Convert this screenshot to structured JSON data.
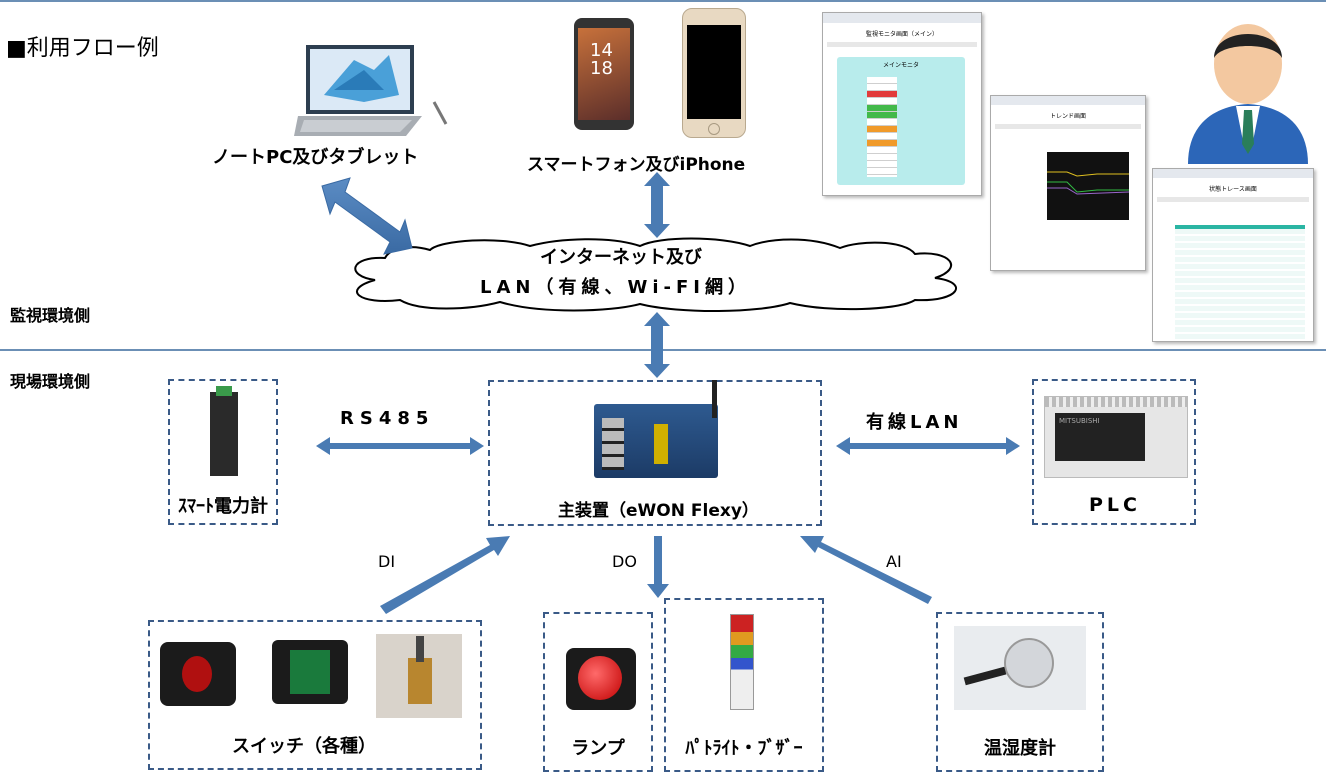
{
  "title": "■利用フロー例",
  "zones": {
    "monitor": "監視環境側",
    "field": "現場環境側"
  },
  "devices": {
    "laptop": "ノートPC及びタブレット",
    "smartphone": "スマートフォン及びiPhone",
    "cloud_line1": "インターネット及び",
    "cloud_line2": "LAN（有線、Wi-FI網）",
    "main_unit": "主装置（eWON Flexy）",
    "power_meter": "ｽﾏｰﾄ電力計",
    "plc": "PLC",
    "plc_brand": "MITSUBISHI",
    "switch": "スイッチ（各種）",
    "lamp": "ランプ",
    "patlite": "ﾊﾟﾄﾗｲﾄ・ﾌﾞｻﾞｰ",
    "thermo": "温湿度計"
  },
  "links": {
    "rs485": "RS485",
    "lan": "有線LAN",
    "di": "DI",
    "do": "DO",
    "ai": "AI"
  },
  "phone_time": {
    "hour": "14",
    "minute": "18"
  },
  "screens": {
    "main": {
      "title": "監視モニタ画面（メイン）",
      "panel": "メインモニタ"
    },
    "trend": {
      "title": "トレンド画面"
    },
    "trace": {
      "title": "状態トレース画面"
    }
  },
  "colors": {
    "arrow": "#4a7bb3",
    "dash": "#3a5a87",
    "divider": "#6b8fb5"
  }
}
